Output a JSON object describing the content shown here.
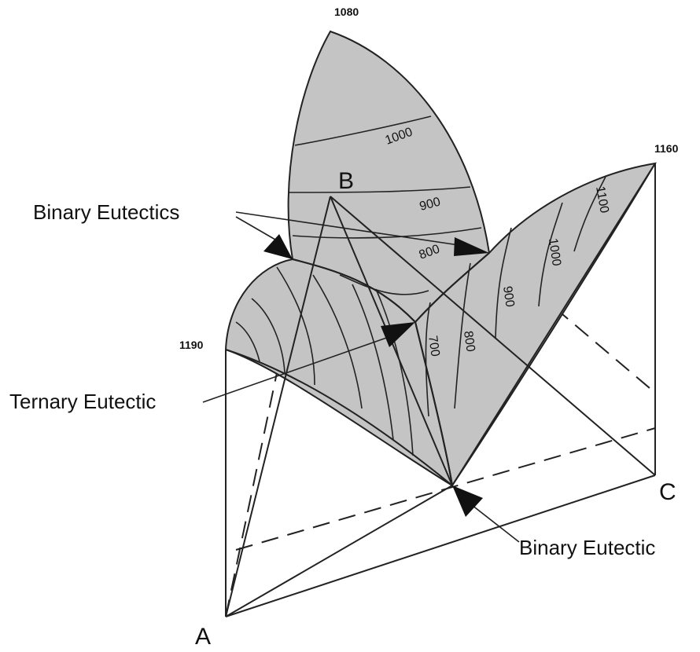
{
  "vertices": {
    "a": "A",
    "b": "B",
    "c": "C"
  },
  "melting_points": {
    "a": "1190",
    "b": "1080",
    "c": "1160"
  },
  "isotherms": {
    "b_1000": "1000",
    "b_900": "900",
    "b_800": "800",
    "c_1100": "1100",
    "c_1000": "1000",
    "c_900": "900",
    "c_800": "800",
    "c_700": "700"
  },
  "callouts": {
    "binary_eutectics": "Binary Eutectics",
    "ternary_eutectic": "Ternary Eutectic",
    "binary_eutectic": "Binary Eutectic"
  },
  "colors": {
    "liquidus_surface": "#c4c4c4",
    "lines": "#222222"
  }
}
